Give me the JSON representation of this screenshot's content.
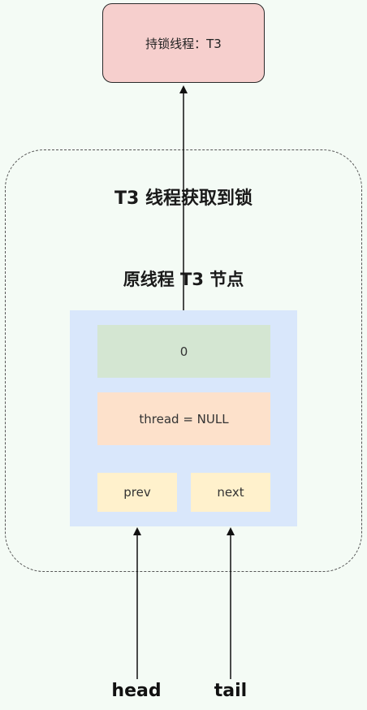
{
  "lock_holder": {
    "label": "持锁线程：T3"
  },
  "region": {
    "title": "T3 线程获取到锁"
  },
  "node": {
    "title": "原线程 T3 节点",
    "state": "0",
    "thread": "thread = NULL",
    "prev": "prev",
    "next": "next"
  },
  "pointers": {
    "head": "head",
    "tail": "tail"
  },
  "colors": {
    "background": "#f4fbf5",
    "lock_holder_fill": "#f6cfcd",
    "node_fill": "#d9e7fb",
    "state_fill": "#d4e6d2",
    "thread_fill": "#fde1cb",
    "pointer_fill": "#fff1cc"
  }
}
